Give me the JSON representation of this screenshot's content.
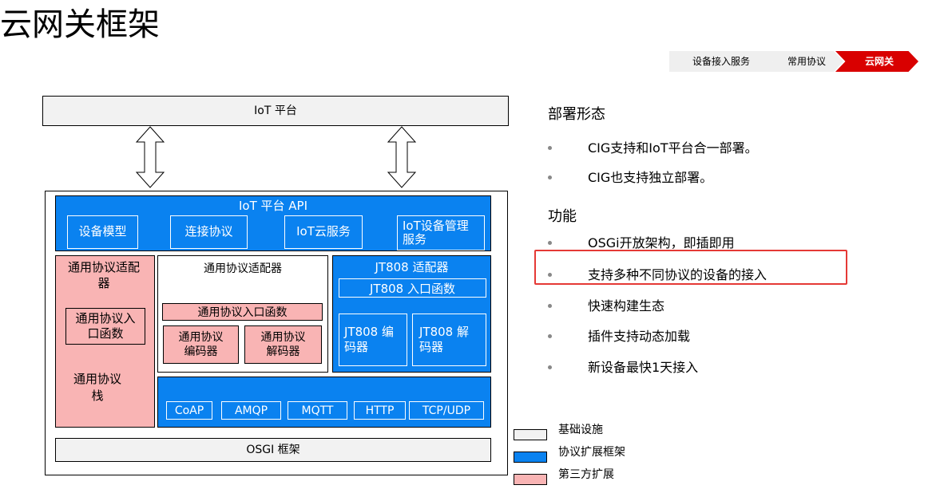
{
  "title": "云网关框架",
  "breadcrumb": [
    "设备接入服务",
    "常用协议",
    "云网关"
  ],
  "diagram": {
    "platform": "IoT 平台",
    "api_title": "IoT 平台 API",
    "api_boxes": [
      "设备模型",
      "连接协议",
      "IoT云服务",
      "IoT设备管理服务"
    ],
    "pink_column": {
      "title": "通用协议适配器",
      "entry": "通用协议入口函数",
      "stack": "通用协议栈"
    },
    "white_adapter": {
      "title": "通用协议适配器",
      "entry": "通用协议入口函数",
      "encoder": "通用协议编码器",
      "decoder": "通用协议解码器"
    },
    "jt808": {
      "title": "JT808 适配器",
      "entry": "JT808 入口函数",
      "encoder": "JT808 编码器",
      "decoder": "JT808 解码器"
    },
    "protocols": [
      "CoAP",
      "AMQP",
      "MQTT",
      "HTTP",
      "TCP/UDP"
    ],
    "osgi": "OSGI 框架"
  },
  "sections": [
    {
      "heading": "部署形态",
      "items": [
        "CIG支持和IoT平台合一部署。",
        "CIG也支持独立部署。"
      ]
    },
    {
      "heading": "功能",
      "items": [
        "OSGi开放架构，即插即用",
        "支持多种不同协议的设备的接入",
        "快速构建生态",
        "插件支持动态加载",
        "新设备最快1天接入"
      ]
    }
  ],
  "legend": [
    {
      "label": "基础设施",
      "color": "#f2f2f2"
    },
    {
      "label": "协议扩展框架",
      "color": "#0a82f0"
    },
    {
      "label": "第三方扩展",
      "color": "#f9b4b4"
    }
  ],
  "colors": {
    "accent": "#d90000",
    "blue": "#0a82f0",
    "pink": "#f9b4b4",
    "gray": "#f2f2f2",
    "highlight": "#e53935"
  }
}
